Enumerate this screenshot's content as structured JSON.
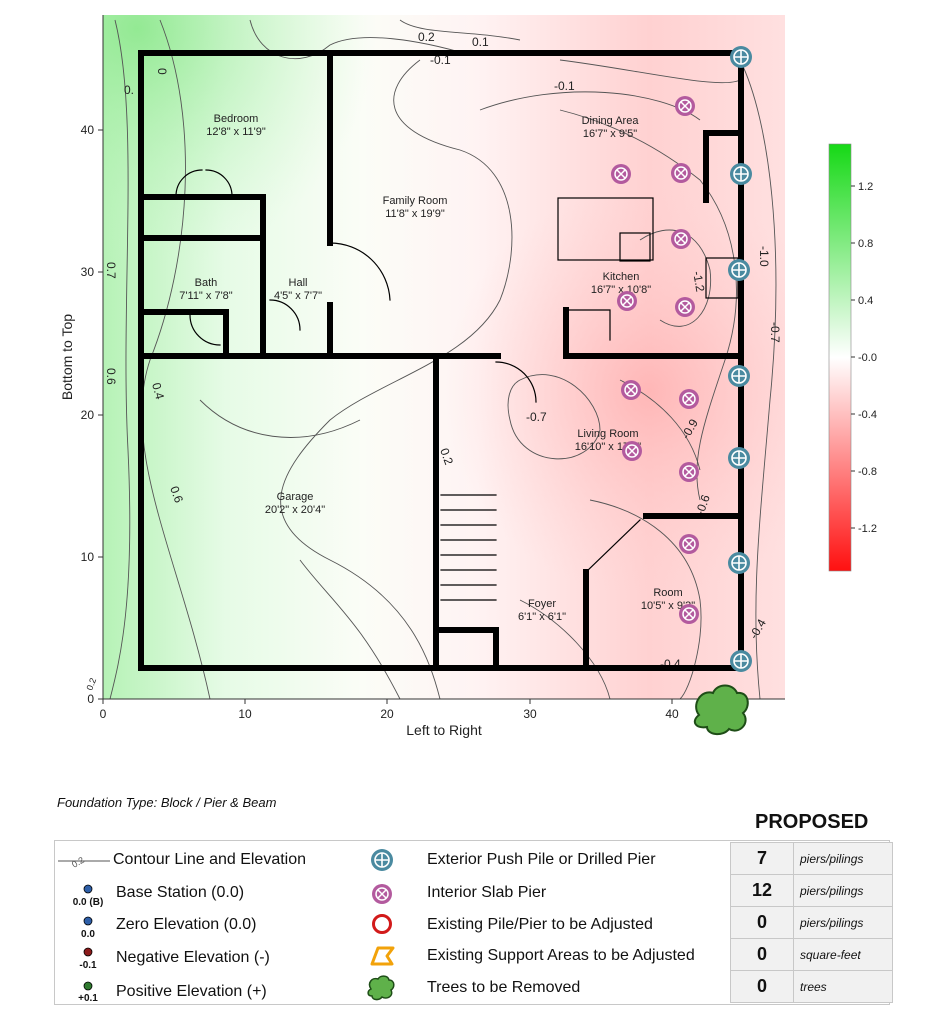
{
  "plan": {
    "x_axis_label": "Left to Right",
    "y_axis_label": "Bottom to Top",
    "x_ticks": [
      "0",
      "10",
      "20",
      "30",
      "40"
    ],
    "y_ticks": [
      "0",
      "10",
      "20",
      "30",
      "40"
    ],
    "rooms": [
      {
        "name": "Bedroom",
        "size": "12'8\" x 11'9\""
      },
      {
        "name": "Family Room",
        "size": "11'8\" x 19'9\""
      },
      {
        "name": "Dining Area",
        "size": "16'7\" x 9'5\""
      },
      {
        "name": "Kitchen",
        "size": "16'7\" x 10'8\""
      },
      {
        "name": "Bath",
        "size": "7'11\" x 7'8\""
      },
      {
        "name": "Hall",
        "size": "4'5\" x 7'7\""
      },
      {
        "name": "Garage",
        "size": "20'2\" x 20'4\""
      },
      {
        "name": "Living Room",
        "size": "16'10\" x 17'9\""
      },
      {
        "name": "Foyer",
        "size": "6'1\" x 6'1\""
      },
      {
        "name": "Room",
        "size": "10'5\" x 9'3\""
      }
    ],
    "contour_labels": [
      "0.2",
      "0.1",
      "-0.1",
      "-0.1",
      "0",
      "0.",
      "0.7",
      "0.6",
      "0.4",
      "0.6",
      "0.2",
      "-0.7",
      "-0.9",
      "-1.0",
      "-1.2",
      "-0.7",
      "-0.6",
      "-0.4",
      "-0.4",
      "0.2"
    ],
    "colorbar_ticks": [
      "1.2",
      "0.8",
      "0.4",
      "-0.0",
      "-0.4",
      "-0.8",
      "-1.2"
    ],
    "colors": {
      "positive": "#2ee82e",
      "negative": "#ff2a2a",
      "neutral": "#ffffff",
      "exterior_pier": "#4a8aa0",
      "interior_pier": "#b35a9e",
      "tree": "#5fb14a"
    }
  },
  "foundation_type": "Foundation Type: Block / Pier & Beam",
  "proposed_title": "PROPOSED",
  "legend": {
    "contour_line": "Contour Line and Elevation",
    "contour_sample": "0.2",
    "base_station": "Base Station (0.0)",
    "base_station_cap": "0.0 (B)",
    "zero_elevation": "Zero Elevation (0.0)",
    "zero_cap": "0.0",
    "negative_elevation": "Negative Elevation (-)",
    "negative_cap": "-0.1",
    "positive_elevation": "Positive Elevation (+)",
    "positive_cap": "+0.1",
    "exterior_pile": "Exterior Push Pile or Drilled Pier",
    "interior_pier": "Interior Slab Pier",
    "existing_pile": "Existing Pile/Pier to be Adjusted",
    "existing_support": "Existing Support Areas to be Adjusted",
    "trees_removed": "Trees to be Removed"
  },
  "counts": [
    {
      "value": "7",
      "unit": "piers/pilings"
    },
    {
      "value": "12",
      "unit": "piers/pilings"
    },
    {
      "value": "0",
      "unit": "piers/pilings"
    },
    {
      "value": "0",
      "unit": "square-feet"
    },
    {
      "value": "0",
      "unit": "trees"
    }
  ]
}
